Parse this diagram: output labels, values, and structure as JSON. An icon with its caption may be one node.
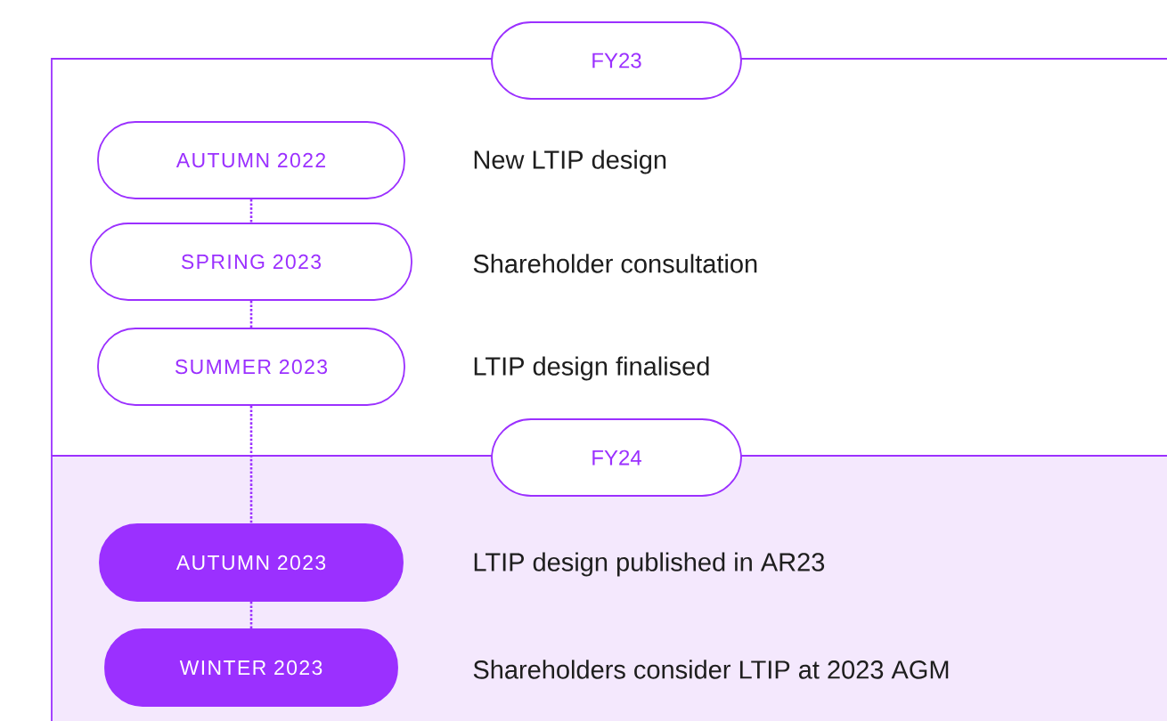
{
  "diagram": {
    "nodes": [
      {
        "text": [
          "FY23"
        ]
      },
      {
        "text": [
          "AUTUMN 2022"
        ],
        "in": 0,
        "beside": [
          "New LTIP design"
        ]
      },
      {
        "text": [
          "SPRING 2023"
        ],
        "in": 0,
        "beside": [
          "Shareholder consultation"
        ]
      },
      {
        "text": [
          "SUMMER 2023"
        ],
        "in": 0,
        "beside": [
          "LTIP design finalised"
        ]
      },
      {
        "text": [
          "FY24"
        ]
      },
      {
        "text": [
          "AUTUMN 2023"
        ],
        "in": 4,
        "beside": [
          "LTIP design published in AR23"
        ]
      },
      {
        "text": [
          "WINTER 2023"
        ],
        "in": 4,
        "beside": [
          "Shareholders consider LTIP at 2023 AGM"
        ]
      }
    ],
    "edges": [
      {
        "from": 1,
        "to": 2,
        "arrow": "none",
        "style": "dashed"
      },
      {
        "from": 2,
        "to": 3,
        "arrow": "none",
        "style": "dashed"
      },
      {
        "from": 3,
        "to": 5,
        "arrow": "none",
        "style": "dashed"
      },
      {
        "from": 5,
        "to": 6,
        "arrow": "none",
        "style": "dashed"
      }
    ]
  }
}
